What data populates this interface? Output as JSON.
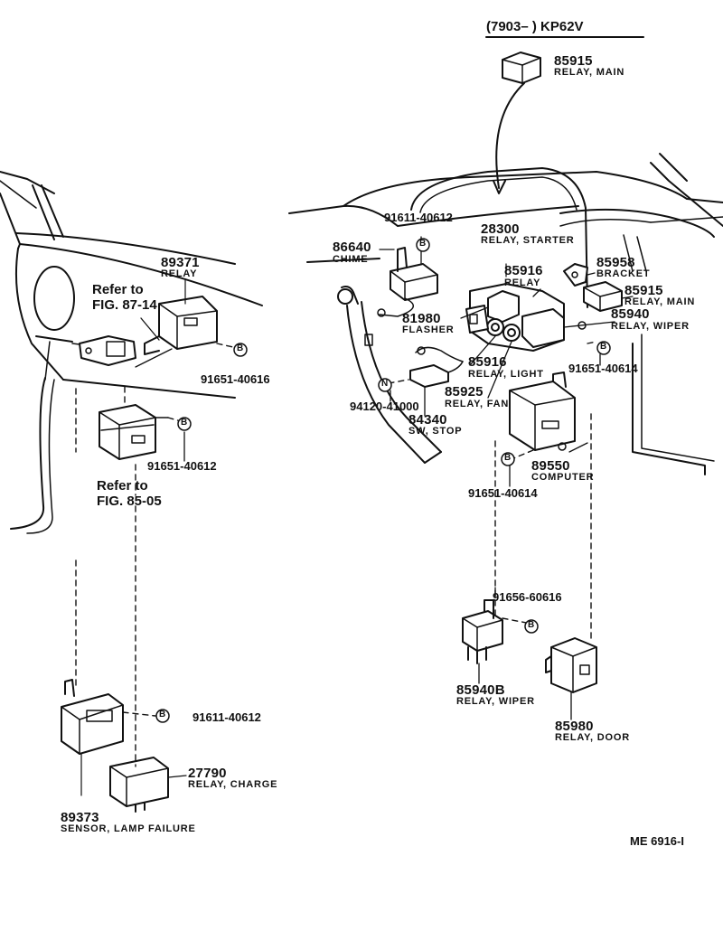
{
  "header": {
    "date_range": "(7903–      ) KP62V"
  },
  "code": "ME  6916-I",
  "symbols": {
    "bolt": "B",
    "nut": "N"
  },
  "parts": [
    {
      "id": "p85915a",
      "number": "85915",
      "name": "RELAY, MAIN"
    },
    {
      "id": "p89371",
      "number": "89371",
      "name": "RELAY"
    },
    {
      "id": "p86640",
      "number": "86640",
      "name": "CHIME"
    },
    {
      "id": "p28300",
      "number": "28300",
      "name": "RELAY, STARTER"
    },
    {
      "id": "p85958",
      "number": "85958",
      "name": "BRACKET"
    },
    {
      "id": "p85916a",
      "number": "85916",
      "name": "RELAY"
    },
    {
      "id": "p85915b",
      "number": "85915",
      "name": "RELAY, MAIN"
    },
    {
      "id": "p81980",
      "number": "81980",
      "name": "FLASHER"
    },
    {
      "id": "p85940",
      "number": "85940",
      "name": "RELAY, WIPER"
    },
    {
      "id": "p85916b",
      "number": "85916",
      "name": "RELAY, LIGHT"
    },
    {
      "id": "p85925",
      "number": "85925",
      "name": "RELAY, FAN"
    },
    {
      "id": "p84340",
      "number": "84340",
      "name": "SW, STOP"
    },
    {
      "id": "p89550",
      "number": "89550",
      "name": "COMPUTER"
    },
    {
      "id": "p85940b",
      "number": "85940B",
      "name": "RELAY, WIPER"
    },
    {
      "id": "p85980",
      "number": "85980",
      "name": "RELAY, DOOR"
    },
    {
      "id": "p27790",
      "number": "27790",
      "name": "RELAY, CHARGE"
    },
    {
      "id": "p89373",
      "number": "89373",
      "name": "SENSOR, LAMP FAILURE"
    }
  ],
  "fasteners": [
    {
      "id": "f1",
      "number": "91611-40612"
    },
    {
      "id": "f2",
      "number": "91651-40616"
    },
    {
      "id": "f3",
      "number": "91651-40612"
    },
    {
      "id": "f4",
      "number": "91651-40614"
    },
    {
      "id": "f5",
      "number": "94120-41000"
    },
    {
      "id": "f6",
      "number": "91651-40614"
    },
    {
      "id": "f7",
      "number": "91656-60616"
    },
    {
      "id": "f8",
      "number": "91611-40612"
    }
  ],
  "references": [
    {
      "id": "r1",
      "text": "Refer to\nFIG. 87-14"
    },
    {
      "id": "r2",
      "text": "Refer to\nFIG. 85-05"
    }
  ]
}
